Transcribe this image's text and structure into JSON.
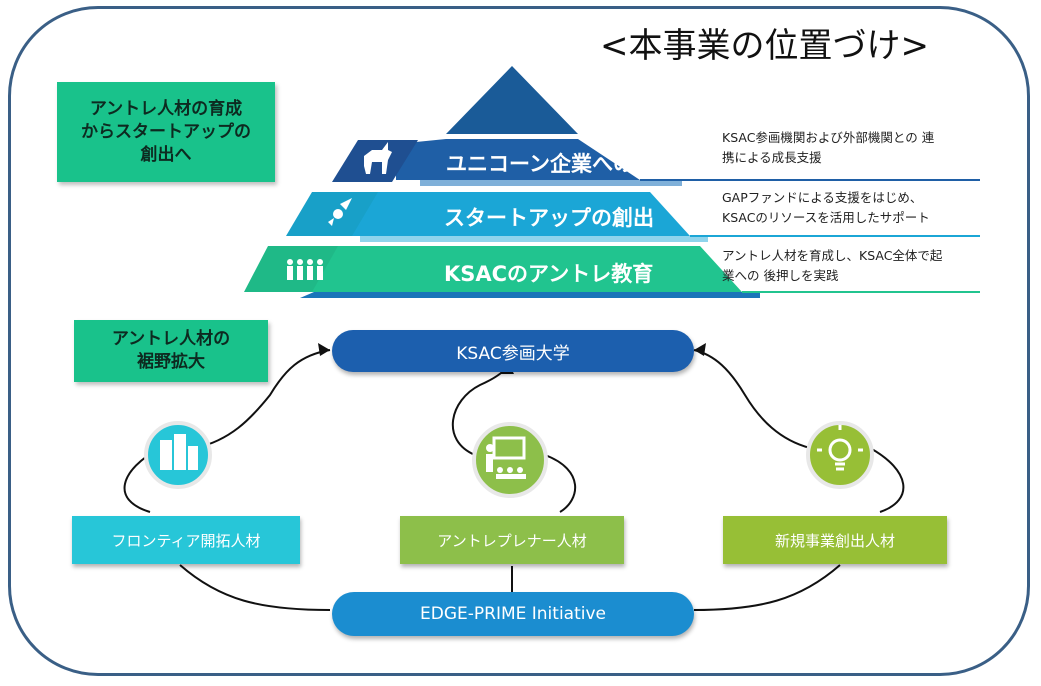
{
  "heading": "<本事業の位置づけ>",
  "top_left_box": {
    "lines": [
      "アントレ人材の育成",
      "からスタートアップの",
      "創出へ"
    ]
  },
  "mid_left_box": {
    "lines": [
      "アントレ人材の",
      "裾野拡大"
    ]
  },
  "pyramid": {
    "levels": [
      {
        "label": "ユニコーン企業への成長",
        "icon": "unicorn-icon",
        "desc": [
          "KSAC参画機関および外部機関との 連",
          "携による成長支援"
        ],
        "color": "#1f5fa6"
      },
      {
        "label": "スタートアップの創出",
        "icon": "rocket-icon",
        "desc": [
          "GAPファンドによる支援をはじめ、",
          "KSACのリソースを活用したサポート"
        ],
        "color": "#1ba6d6"
      },
      {
        "label": "KSACのアントレ教育",
        "icon": "people-icon",
        "desc": [
          "アントレ人材を育成し、KSAC全体で起",
          "業への 後押しを実践"
        ],
        "color": "#21c48f"
      }
    ]
  },
  "ksac": {
    "label": "KSAC参画大学",
    "color": "#1c5fae"
  },
  "edge": {
    "label": "EDGE-PRIME Initiative",
    "color": "#1b8dd0"
  },
  "talents": [
    {
      "label": "フロンティア開拓人材",
      "icon": "buildings-icon",
      "color": "#27c6d8"
    },
    {
      "label": "アントレプレナー人材",
      "icon": "presentation-icon",
      "color": "#8dbf4a"
    },
    {
      "label": "新規事業創出人材",
      "icon": "lightbulb-icon",
      "color": "#97bf36"
    }
  ]
}
